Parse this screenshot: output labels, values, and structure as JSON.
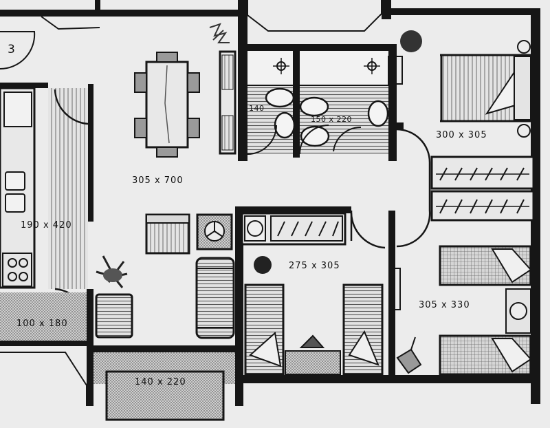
{
  "unit_number": "3",
  "rooms": {
    "living": {
      "label": "305 x 700"
    },
    "kitchen": {
      "label": "190 x 420"
    },
    "utility": {
      "label": "100 x 180"
    },
    "balcony": {
      "label": "140 x 220"
    },
    "bath1": {
      "label": "140"
    },
    "bath2": {
      "label": "150 x 220"
    },
    "bedroom_master": {
      "label": "300 x 305"
    },
    "bedroom_kids": {
      "label": "275 x 305"
    },
    "bedroom_guest": {
      "label": "305 x 330"
    }
  },
  "colors": {
    "wall": "#161616",
    "floor": "#ececec",
    "hatch": "#555555",
    "stipple": "#8a8a8a"
  }
}
